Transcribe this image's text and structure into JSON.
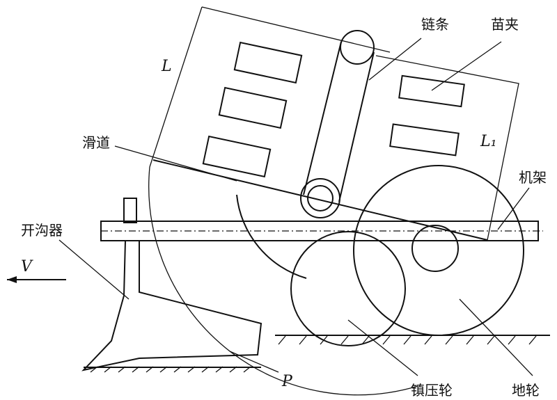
{
  "labels": {
    "chain": "链条",
    "seedling_clamp": "苗夹",
    "slide_track": "滑道",
    "frame": "机架",
    "furrow_opener": "开沟器",
    "velocity": "V",
    "point_p": "P",
    "press_wheel": "镇压轮",
    "ground_wheel": "地轮",
    "length_l": "L",
    "length_l1": "L₁"
  }
}
